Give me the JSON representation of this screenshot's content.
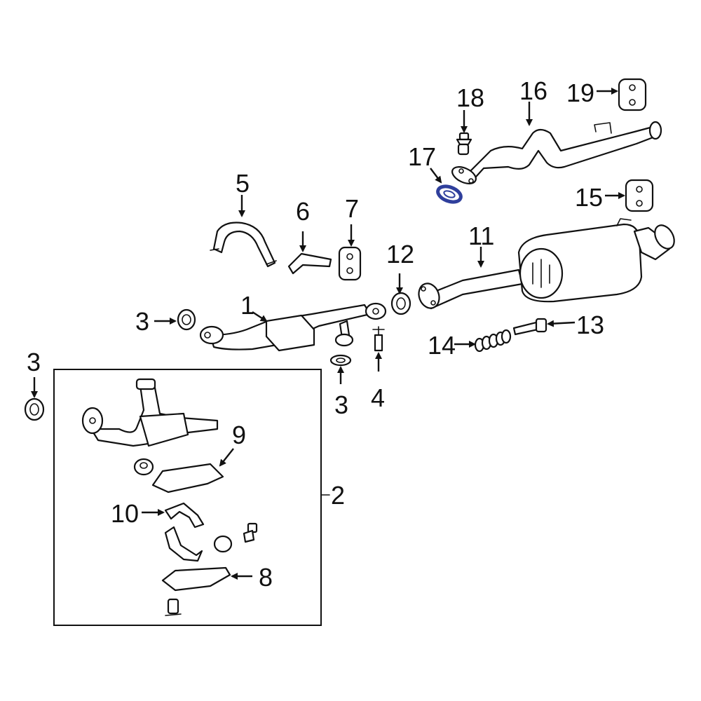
{
  "callouts": {
    "c1": "1",
    "c2": "2",
    "c3a": "3",
    "c3b": "3",
    "c3c": "3",
    "c4": "4",
    "c5": "5",
    "c6": "6",
    "c7": "7",
    "c8": "8",
    "c9": "9",
    "c10": "10",
    "c11": "11",
    "c12": "12",
    "c13": "13",
    "c14": "14",
    "c15": "15",
    "c16": "16",
    "c17": "17",
    "c18": "18",
    "c19": "19"
  },
  "colors": {
    "line": "#111111",
    "background": "#ffffff",
    "highlight_part_17": "#2f3f9c"
  }
}
